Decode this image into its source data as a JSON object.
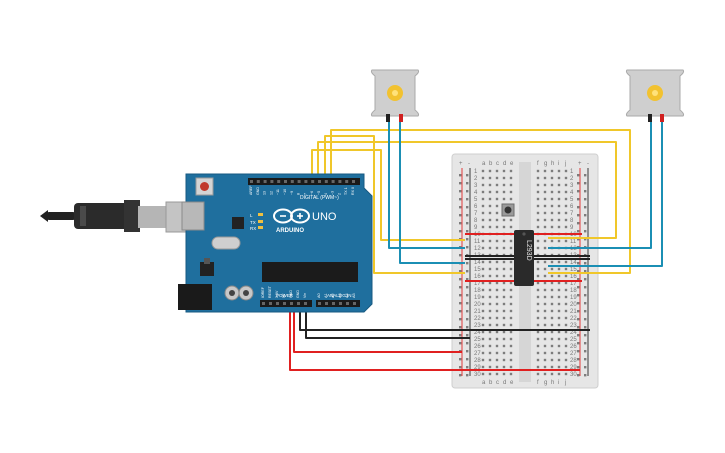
{
  "colors": {
    "background": "#ffffff",
    "arduino_board": "#1f6f9e",
    "breadboard": "#e9e9e9",
    "wire_yellow": "#f0c72a",
    "wire_blue": "#1b8fb4",
    "wire_red": "#e02020",
    "wire_black": "#222222",
    "motor_body": "#cfcfcf",
    "motor_gear": "#f2c230"
  },
  "arduino": {
    "brand": "ARDUINO",
    "model": "UNO",
    "digital_label": "DIGITAL (PWM~)",
    "power_label": "POWER",
    "analog_label": "ANALOG IN",
    "digital_pins": [
      "AREF",
      "GND",
      "13",
      "12",
      "~11",
      "~10",
      "~9",
      "8",
      "7",
      "~6",
      "~5",
      "4",
      "~3",
      "2",
      "TX 1",
      "RX 0"
    ],
    "power_pins": [
      "IOREF",
      "RESET",
      "3.3V",
      "5V",
      "GND",
      "GND",
      "Vin"
    ],
    "analog_pins": [
      "A0",
      "A1",
      "A2",
      "A3",
      "A4",
      "A5"
    ],
    "led_labels": [
      "L",
      "TX",
      "RX"
    ],
    "icon": "usb-cable-icon"
  },
  "breadboard": {
    "columns_left": [
      "a",
      "b",
      "c",
      "d",
      "e"
    ],
    "columns_right": [
      "f",
      "g",
      "h",
      "i",
      "j"
    ],
    "rail_plus": "+",
    "rail_minus": "-",
    "row_numbers": [
      "1",
      "2",
      "3",
      "4",
      "5",
      "6",
      "7",
      "8",
      "9",
      "10",
      "11",
      "12",
      "13",
      "14",
      "15",
      "16",
      "17",
      "18",
      "19",
      "20",
      "21",
      "22",
      "23",
      "24",
      "25",
      "26",
      "27",
      "28",
      "29",
      "30"
    ]
  },
  "chip": {
    "label": "L293D"
  },
  "motors": [
    {
      "name": "motor-left",
      "icon": "dc-motor-icon"
    },
    {
      "name": "motor-right",
      "icon": "dc-motor-icon"
    }
  ]
}
